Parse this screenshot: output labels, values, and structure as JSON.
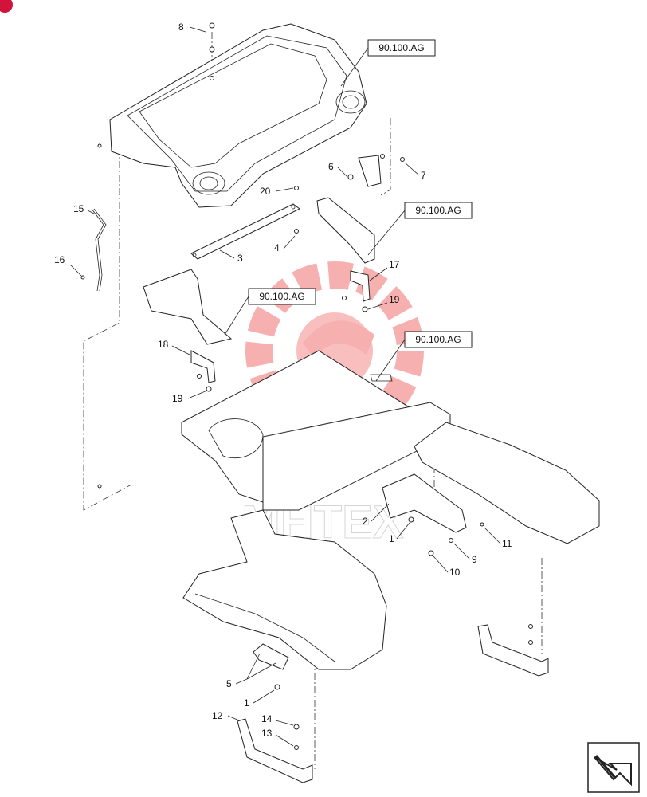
{
  "references": [
    {
      "id": "ref-1",
      "label": "90.100.AG"
    },
    {
      "id": "ref-2",
      "label": "90.100.AG"
    },
    {
      "id": "ref-3",
      "label": "90.100.AG"
    },
    {
      "id": "ref-4",
      "label": "90.100.AG"
    }
  ],
  "callouts": [
    {
      "id": "c8",
      "label": "8"
    },
    {
      "id": "c6",
      "label": "6"
    },
    {
      "id": "c7",
      "label": "7"
    },
    {
      "id": "c20",
      "label": "20"
    },
    {
      "id": "c15",
      "label": "15"
    },
    {
      "id": "c16",
      "label": "16"
    },
    {
      "id": "c3",
      "label": "3"
    },
    {
      "id": "c4",
      "label": "4"
    },
    {
      "id": "c17",
      "label": "17"
    },
    {
      "id": "c19a",
      "label": "19"
    },
    {
      "id": "c18",
      "label": "18"
    },
    {
      "id": "c19b",
      "label": "19"
    },
    {
      "id": "c2",
      "label": "2"
    },
    {
      "id": "c1a",
      "label": "1"
    },
    {
      "id": "c11",
      "label": "11"
    },
    {
      "id": "c9",
      "label": "9"
    },
    {
      "id": "c10",
      "label": "10"
    },
    {
      "id": "c5",
      "label": "5"
    },
    {
      "id": "c1b",
      "label": "1"
    },
    {
      "id": "c12",
      "label": "12"
    },
    {
      "id": "c14",
      "label": "14"
    },
    {
      "id": "c13",
      "label": "13"
    }
  ],
  "watermark": {
    "text": "MHTEX",
    "color": "#f07070"
  },
  "colors": {
    "line": "#222222",
    "watermark": "#f07070",
    "corner_badge": "#d0143c"
  },
  "nav_icon": "next-page-arrow-icon"
}
